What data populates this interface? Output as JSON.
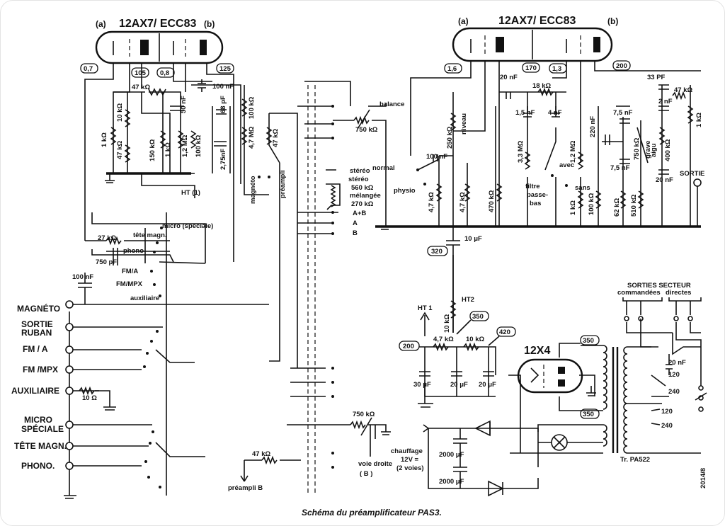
{
  "tubes": {
    "left_type": "12AX7/ ECC83",
    "right_type": "12AX7/ ECC83",
    "section_a": "(a)",
    "section_b": "(b)",
    "rectifier": "12X4"
  },
  "voltages": {
    "l1": "0,7",
    "l2": "105",
    "l3": "0,8",
    "l4": "125",
    "r1": "1,6",
    "r2": "170",
    "r3": "1,3",
    "r4": "200",
    "b320": "320",
    "b350": "350",
    "b420": "420",
    "b200": "200",
    "b350a": "350",
    "b350b": "350"
  },
  "inputs": [
    "MAGNÉTO",
    "SORTIE",
    "RUBAN",
    "FM / A",
    "FM /MPX",
    "AUXILIAIRE",
    "MICRO",
    "SPÉCIALE",
    "TÊTE MAGN.",
    "PHONO."
  ],
  "selector": {
    "micro_speciale": "micro (spéciale)",
    "tete_magn": "tête magn.",
    "phono": "phono",
    "fm_a": "FM/A",
    "fm_mpx": "FM/MPX",
    "auxiliaire": "auxiliaire",
    "magneto": "magnéto",
    "preampli": "préampli"
  },
  "mode_switch": {
    "stereo1": "stéréo",
    "stereo2": "stéréo",
    "melangee": "mélangée",
    "a_plus_b": "A+B",
    "a": "A",
    "b": "B"
  },
  "components_left": {
    "r47k": "47 kΩ",
    "c50n": "50 nF",
    "c100n": "100 nF",
    "c68p": "68 pF",
    "r100k": "100 kΩ",
    "r1k": "1 kΩ",
    "r47k_v": "47 kΩ",
    "r10k": "10 kΩ",
    "r150k": "150 kΩ",
    "r1k_b": "1 kΩ",
    "r12m": "1,2 MΩ",
    "r100k_b": "100 kΩ",
    "r47m": "4,7 MΩ",
    "c275n": "2,75nF",
    "ht1": "HT (1)",
    "r27k": "27 kΩ",
    "c750p": "750 pF",
    "c100n_in": "100 nF",
    "r10": "10 Ω",
    "r47k_magneto": "47 kΩ"
  },
  "components_right": {
    "balance": "balance",
    "r750k": "750 kΩ",
    "r560k": "560 kΩ",
    "r270k": "270 kΩ",
    "niveau": "niveau",
    "r250k": "250 kΩ",
    "c100n": "100 nF",
    "normal": "normal",
    "physio": "physio",
    "r47k_a": "4,7 kΩ",
    "r47k_b": "4,7 kΩ",
    "r470k": "470 kΩ",
    "c20n": "20 nF",
    "r18k": "18 kΩ",
    "c15n": "1,5 nF",
    "c4n": "4 nF",
    "r33m": "3,3 MΩ",
    "filtre": "filtre",
    "passe": "passe-",
    "bas": "bas",
    "avec": "avec",
    "sans": "sans",
    "r1k": "1 kΩ",
    "r12m": "1,2 MΩ",
    "c220n": "220 nF",
    "r100k": "100 kΩ",
    "c33p": "33 PF",
    "r47k_c": "47 kΩ",
    "c75n_a": "7,5 nF",
    "c2n": "2 nF",
    "aigu": "aigu",
    "grave": "grave",
    "r750k_t": "750 kΩ",
    "r400k": "400 kΩ",
    "c75n_b": "7,5 nF",
    "c20n_b": "20 nF",
    "r1k_b": "1 kΩ",
    "r62k": "62 kΩ",
    "r510k": "510 kΩ",
    "sortie": "SORTIE",
    "c10u": "10 μF"
  },
  "power": {
    "ht1": "HT 1",
    "ht2": "HT2",
    "r10k_a": "10 kΩ",
    "r47k": "4,7 kΩ",
    "r10k_b": "10 kΩ",
    "c30u": "30 μF",
    "c20u_a": "20 μF",
    "c20u_b": "20 μF",
    "sorties_secteur": "SORTIES SECTEUR",
    "commandees": "commandées",
    "directes": "directes",
    "c20n": "20 nF",
    "v120": "120",
    "v240": "240",
    "v120b": "120",
    "v240b": "240",
    "chauffage": "chauffage",
    "v12": "12V =",
    "voies": "(2 voies)",
    "c2000a": "2000 μF",
    "c2000b": "2000 μF",
    "transfo": "Tr. PA522",
    "r750k": "750 kΩ",
    "voie_droite": "voie droite",
    "voie_b": "( B )",
    "r47k_b": "47 kΩ",
    "preampli_b": "préampli B",
    "code": "2014/8"
  },
  "caption": "Schéma du préamplificateur PAS3."
}
